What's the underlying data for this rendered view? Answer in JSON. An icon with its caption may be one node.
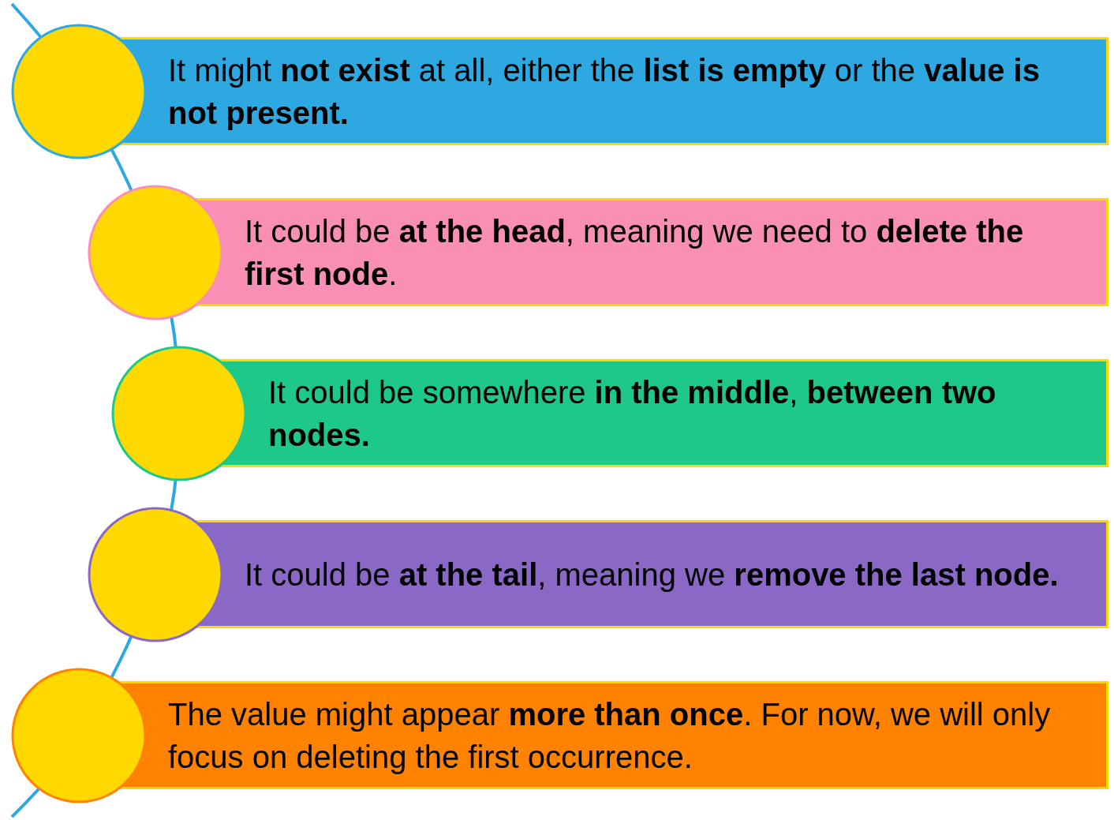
{
  "diagram": {
    "nodes": [
      {
        "text": [],
        "shape": "circle"
      },
      {
        "text": [
          "It might **not exist** at all, either the **list is empty** or the **value is not present.**"
        ]
      },
      {
        "text": [],
        "shape": "circle"
      },
      {
        "text": [
          "It could be **at the head**, meaning we need to **delete the first node**."
        ]
      },
      {
        "text": [],
        "shape": "circle"
      },
      {
        "text": [
          "It could be somewhere **in the middle**, **between two nodes.**"
        ]
      },
      {
        "text": [],
        "shape": "circle"
      },
      {
        "text": [
          "It could be **at the tail**, meaning we **remove the last node.**"
        ]
      },
      {
        "text": [],
        "shape": "circle"
      },
      {
        "text": [
          "The value might appear **more than once**. For now, we will only focus on deleting the first occurrence."
        ]
      }
    ]
  }
}
